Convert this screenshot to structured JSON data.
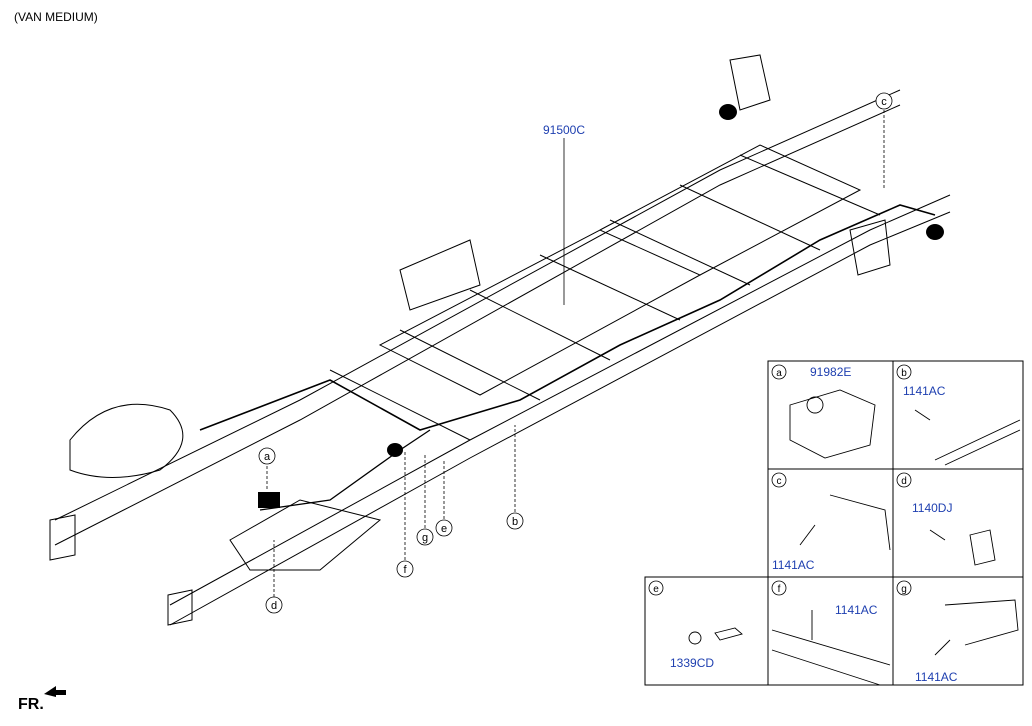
{
  "header": {
    "variant": "(VAN MEDIUM)"
  },
  "footer": {
    "front_label": "FR."
  },
  "main_part": {
    "number": "91500C"
  },
  "callouts": [
    "a",
    "b",
    "c",
    "d",
    "e",
    "f",
    "g"
  ],
  "detail_table": {
    "cells": [
      {
        "letter": "a",
        "parts": [
          "91982E"
        ]
      },
      {
        "letter": "b",
        "parts": [
          "1141AC"
        ]
      },
      {
        "letter": "c",
        "parts": [
          "1141AC"
        ]
      },
      {
        "letter": "d",
        "parts": [
          "1140DJ"
        ]
      },
      {
        "letter": "e",
        "parts": [
          "1339CD"
        ]
      },
      {
        "letter": "f",
        "parts": [
          "1141AC"
        ]
      },
      {
        "letter": "g",
        "parts": [
          "1141AC"
        ]
      }
    ]
  },
  "colors": {
    "part_number": "#1e3fb0",
    "line": "#000000"
  },
  "icons": {
    "front_arrow": "fr-arrow-icon"
  }
}
